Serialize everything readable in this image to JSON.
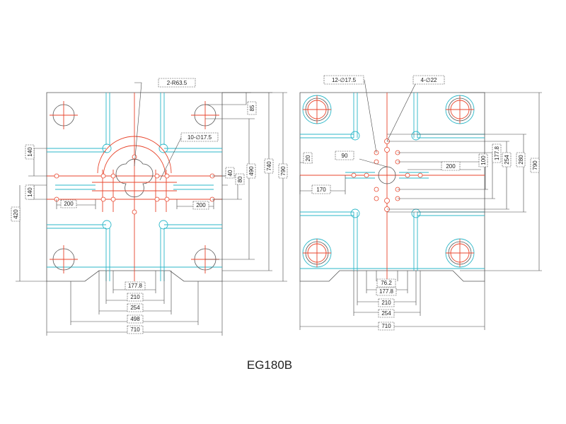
{
  "title": "EG180B",
  "colors": {
    "outline": "#555555",
    "cyan": "#2bb7c8",
    "red": "#e8452c"
  },
  "moving_platen": {
    "callouts": {
      "radius": "2-R63.5",
      "holes": "10-∅17.5"
    },
    "dims": {
      "d85": "85",
      "d140a": "140",
      "d140b": "140",
      "d420": "420",
      "d200a": "200",
      "d200b": "200",
      "d40": "40",
      "d80": "80",
      "d490": "490",
      "d740": "740",
      "d790": "790",
      "d177": "177.8",
      "d210": "210",
      "d254": "254",
      "d498": "498",
      "d710": "710"
    }
  },
  "fixed_platen": {
    "callouts": {
      "holes_a": "12-∅17.5",
      "holes_b": "4-∅22"
    },
    "dims": {
      "d20": "20",
      "d90": "90",
      "d170": "170",
      "d200": "200",
      "d100": "100",
      "d177v": "177.8",
      "d254v": "254",
      "d280": "280",
      "d790": "790",
      "d76": "76.2",
      "d177": "177.8",
      "d210": "210",
      "d254": "254",
      "d710": "710"
    }
  }
}
